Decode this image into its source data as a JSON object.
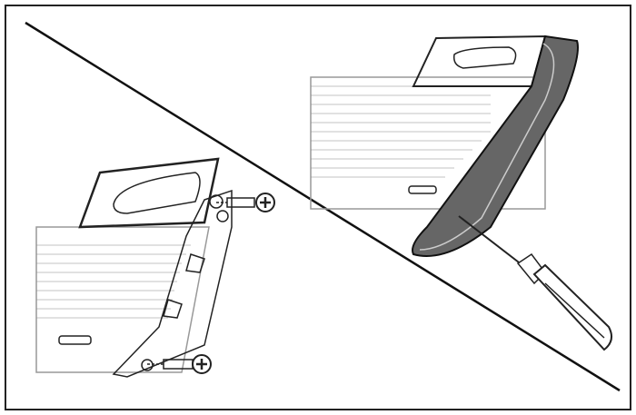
{
  "figure": {
    "type": "technical-illustration",
    "panels": [
      "door-handle-trim-removal-screwdriver",
      "door-handle-bracket-screws"
    ],
    "colors": {
      "line": "#1a1a1a",
      "background": "#ffffff",
      "trim": "#555555"
    },
    "icons": [
      "screwdriver-icon",
      "screw-icon",
      "door-handle-icon"
    ]
  }
}
